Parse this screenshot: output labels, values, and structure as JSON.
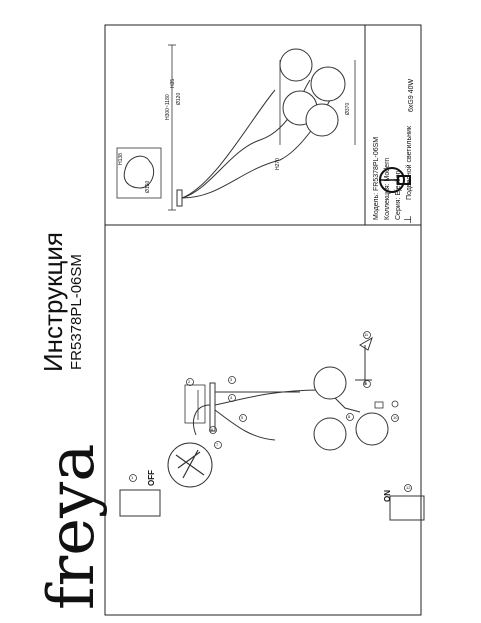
{
  "brand": {
    "logo": "freya"
  },
  "instruction": {
    "title": "Инструкция",
    "model": "FR5378PL-06SM"
  },
  "spec_sheet": {
    "lines": [
      {
        "label": "Модель:",
        "value": "FR5378PL-06SM"
      },
      {
        "label": "Коллекция:",
        "value": "Modern"
      },
      {
        "label": "Серия:",
        "value": "Ejection"
      },
      {
        "label": "",
        "value": "Подвесной светильник"
      }
    ],
    "bulb": "6xG9 40W"
  },
  "dimensions": {
    "height_range": "H300~1180",
    "h35": "H35",
    "d120": "Ø120",
    "d370": "Ø370",
    "h270": "H270",
    "h138": "H138",
    "d150": "Ø150"
  },
  "switch": {
    "off": "OFF",
    "on": "ON"
  },
  "step_numbers": [
    "1",
    "2",
    "3",
    "4",
    "5",
    "6",
    "7",
    "8",
    "9",
    "10",
    "11",
    "12"
  ],
  "colors": {
    "line": "#333333",
    "frame": "#222222"
  }
}
